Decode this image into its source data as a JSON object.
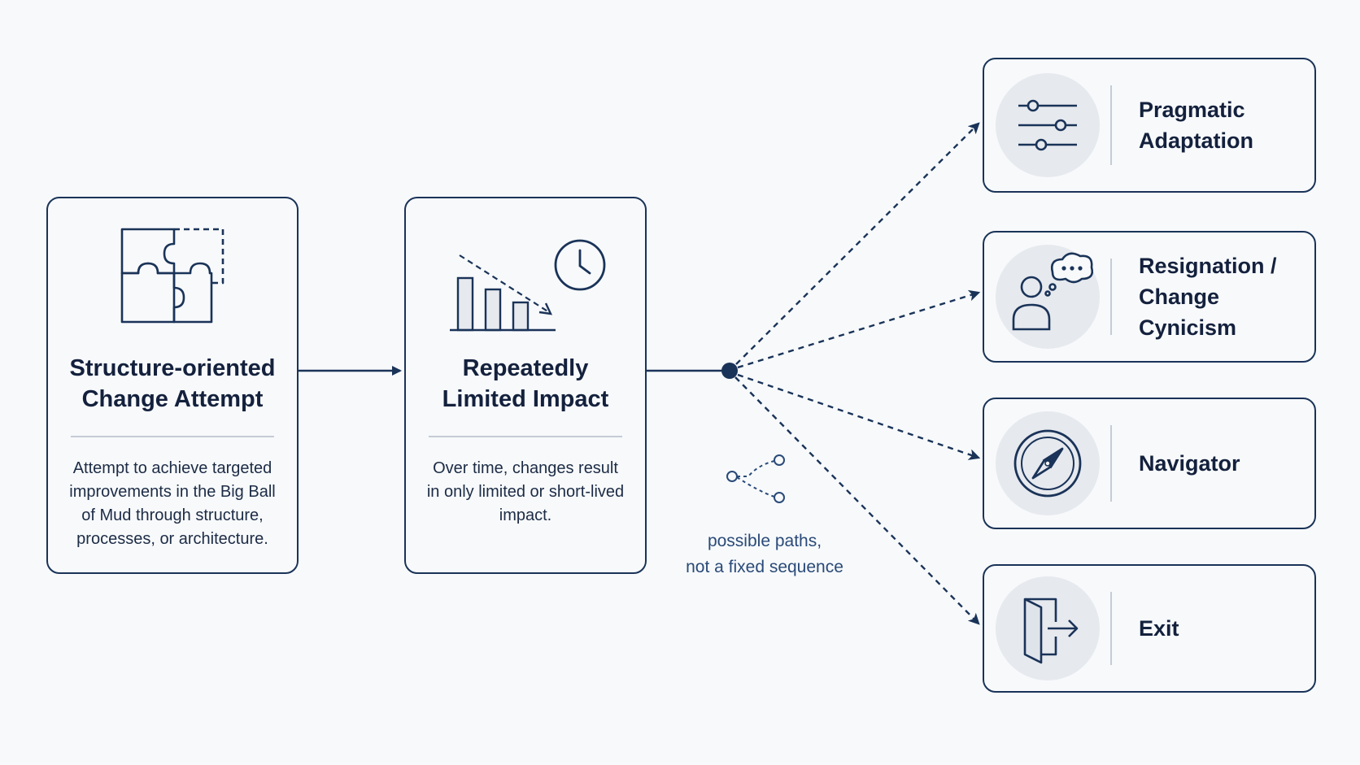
{
  "colors": {
    "ink": "#1a3358",
    "text": "#14213d",
    "muted_rule": "#c5ccd6",
    "icon_circle": "#e6e9ee",
    "note_text": "#2a4a78",
    "background": "#f7f9fb"
  },
  "steps": [
    {
      "id": "structure",
      "title_line1": "Structure-oriented",
      "title_line2": "Change Attempt",
      "desc_lines": [
        "Attempt to achieve targeted",
        "improvements in the Big Ball",
        "of Mud through structure,",
        "processes, or architecture."
      ],
      "icon": "puzzle-icon"
    },
    {
      "id": "impact",
      "title_line1": "Repeatedly",
      "title_line2": "Limited Impact",
      "desc_lines": [
        "Over time, changes result",
        "in only limited or short-lived",
        "impact."
      ],
      "icons": [
        "declining-bar-chart-icon",
        "clock-icon"
      ]
    }
  ],
  "outcomes": [
    {
      "id": "pragmatic",
      "line1": "Pragmatic",
      "line2": "Adaptation",
      "icon": "sliders-icon"
    },
    {
      "id": "resignation",
      "line1": "Resignation /",
      "line2": "Change Cynicism",
      "icon": "person-thought-bubble-icon"
    },
    {
      "id": "navigator",
      "line1": "Navigator",
      "line2": "",
      "icon": "compass-icon"
    },
    {
      "id": "exit",
      "line1": "Exit",
      "line2": "",
      "icon": "door-exit-icon"
    }
  ],
  "note": {
    "line1": "possible paths,",
    "line2": "not a fixed sequence",
    "icon": "branching-paths-icon"
  }
}
